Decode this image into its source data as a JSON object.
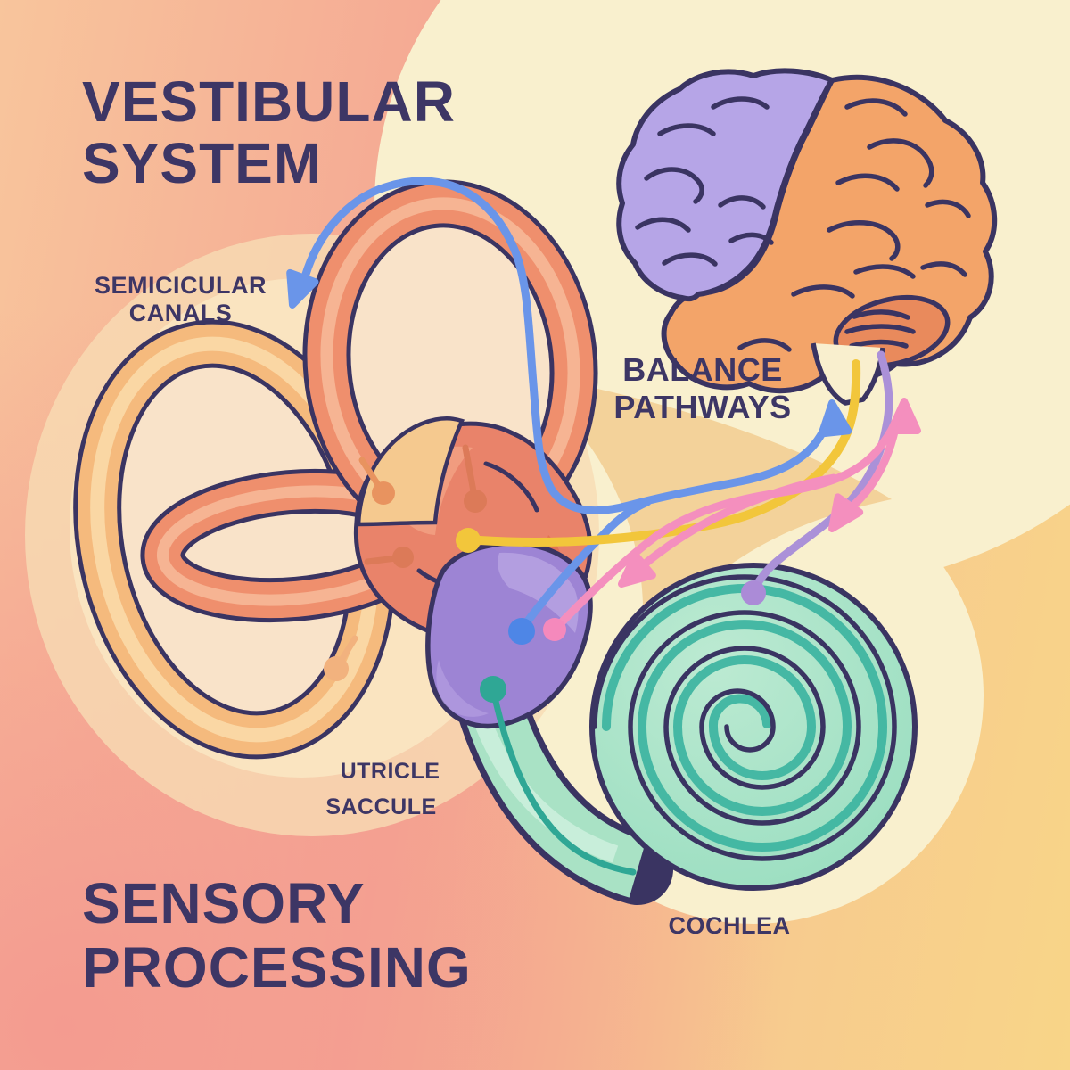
{
  "title": {
    "line1": "VESTIBULAR",
    "line2": "SYSTEM"
  },
  "subtitle": {
    "line1": "SENSORY",
    "line2": "PROCESSING"
  },
  "labels": {
    "semicircular_canals": {
      "line1": "SEMICICULAR",
      "line2": "CANALS"
    },
    "balance_pathways": {
      "line1": "BALANCE",
      "line2": "PATHWAYS"
    },
    "utricle": "UTRICLE",
    "saccule": "SACCULE",
    "cochlea": "COCHLEA"
  },
  "colors": {
    "ink": "#3A3462",
    "text": "#3D3665",
    "bg-peach": "#F8C59C",
    "bg-pink": "#F4A492",
    "bg-pink-deep": "#F49B90",
    "bg-gold-mid": "#F7CB8E",
    "bg-gold": "#F8D588",
    "cream": "#F9F0CE",
    "halo": "#F8DCB4",
    "halo2": "#FAE6C2",
    "swoosh": "#F2CC90",
    "canal-peach": "#F5BA7D",
    "canal-peach-light": "#FAD7A4",
    "canal-peach-light2": "#F5C98F",
    "canal-hole": "#F9E3C9",
    "canal-salmon": "#EF8F6D",
    "canal-salmon-light": "#F6B493",
    "vestibule": "#E9836A",
    "vestibule-light": "#F2A183",
    "vestibule-dark": "#DE6F51",
    "ampulla-orange": "#E8935F",
    "ampulla-coral": "#DC7A58",
    "ampulla-peach": "#F2B27E",
    "sac": "#9D84D4",
    "sac-light": "#B7A2E2",
    "mint": "#A9E2C5",
    "mint-light": "#C8EEDA",
    "teal": "#3FB5A1",
    "teal-dark": "#2FA795",
    "brain-purple": "#B6A5E7",
    "brain-orange": "#F3A469",
    "cerebellum": "#E98A5C",
    "stem-fill": "#F9EFCE",
    "line-blue": "#6A95E9",
    "dot-blue": "#4E86E6",
    "line-yellow": "#F2C63B",
    "line-pink": "#F48FBE",
    "dot-pink": "#F589BC",
    "line-purple": "#AB91D8",
    "dot-purple": "#AB8BD7"
  }
}
